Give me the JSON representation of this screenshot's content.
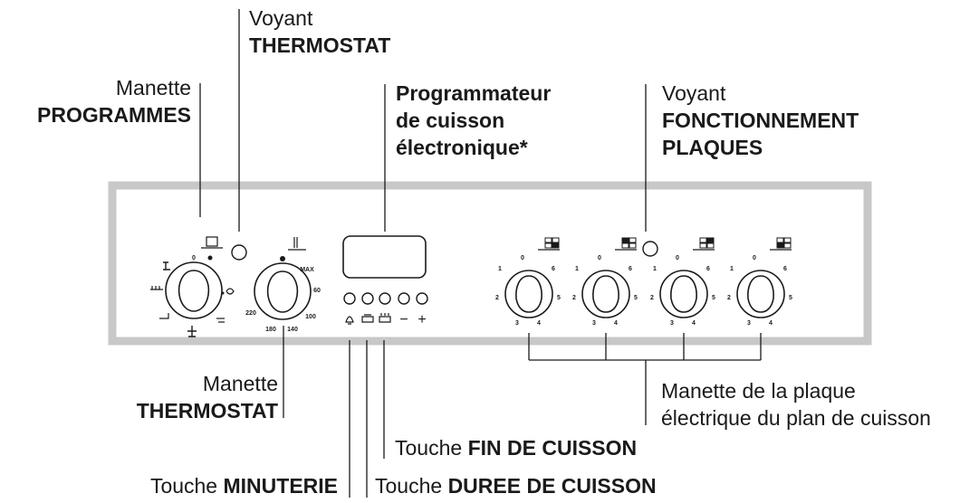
{
  "labels": {
    "voyant_thermostat": {
      "line1": "Voyant",
      "line2": "THERMOSTAT"
    },
    "manette_programmes": {
      "line1": "Manette",
      "line2": "PROGRAMMES"
    },
    "programmateur": {
      "line1": "Programmateur",
      "line2": "de cuisson",
      "line3": "électronique*"
    },
    "voyant_plaques": {
      "line1": "Voyant",
      "line2": "FONCTIONNEMENT",
      "line3": "PLAQUES"
    },
    "manette_thermostat": {
      "line1": "Manette",
      "line2": "THERMOSTAT"
    },
    "manette_plaque": {
      "line1": "Manette de la plaque",
      "line2": "électrique du plan de cuisson"
    },
    "touche_fin": {
      "prefix": "Touche ",
      "name": "FIN DE CUISSON"
    },
    "touche_duree": {
      "prefix": "Touche ",
      "name": "DUREE DE CUISSON"
    },
    "touche_minuterie": {
      "prefix": "Touche ",
      "name": "MINUTERIE"
    }
  },
  "thermostat_dial": {
    "scale": [
      "MAX",
      "60",
      "100",
      "140",
      "180",
      "220"
    ]
  },
  "programmer_keys": {
    "minus": "−",
    "plus": "+"
  },
  "hob_dial": {
    "scale": [
      "0",
      "1",
      "2",
      "3",
      "4",
      "5",
      "6"
    ]
  },
  "colors": {
    "panel_border": "#c8c8c8",
    "line": "#1a1a1a"
  }
}
